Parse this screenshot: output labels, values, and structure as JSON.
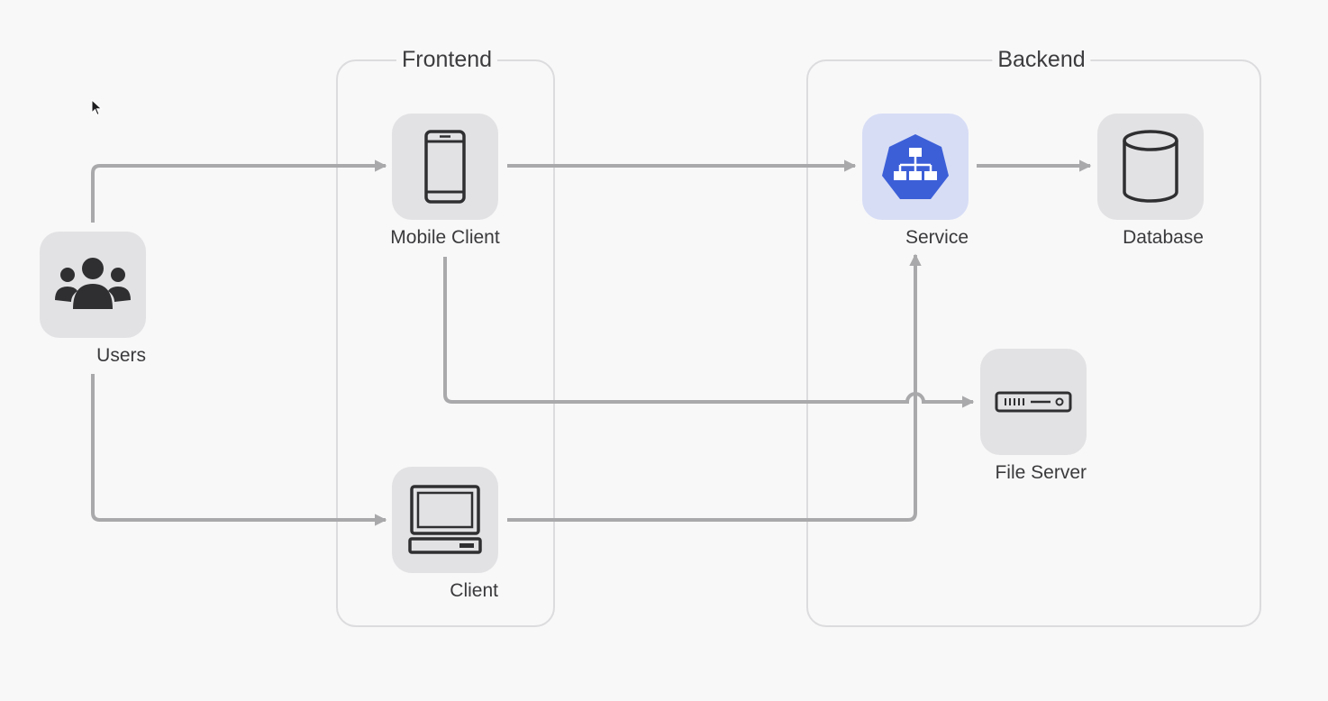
{
  "groups": {
    "frontend": "Frontend",
    "backend": "Backend"
  },
  "nodes": {
    "users": {
      "label": "Users",
      "icon": "users-icon"
    },
    "mobile_client": {
      "label": "Mobile Client",
      "icon": "mobile-phone-icon"
    },
    "client": {
      "label": "Client",
      "icon": "desktop-computer-icon"
    },
    "service": {
      "label": "Service",
      "icon": "kubernetes-service-icon"
    },
    "database": {
      "label": "Database",
      "icon": "database-cylinder-icon"
    },
    "file_server": {
      "label": "File Server",
      "icon": "server-icon"
    }
  },
  "edges": [
    {
      "from": "users",
      "to": "mobile_client"
    },
    {
      "from": "users",
      "to": "client"
    },
    {
      "from": "mobile_client",
      "to": "service"
    },
    {
      "from": "mobile_client",
      "to": "file_server"
    },
    {
      "from": "client",
      "to": "service"
    },
    {
      "from": "service",
      "to": "database"
    }
  ],
  "colors": {
    "edge": "#a9a9ab",
    "tile": "#e2e2e4",
    "service_tile": "#d7ddf5",
    "service_icon": "#3c5fd8",
    "icon": "#2f2f31"
  }
}
